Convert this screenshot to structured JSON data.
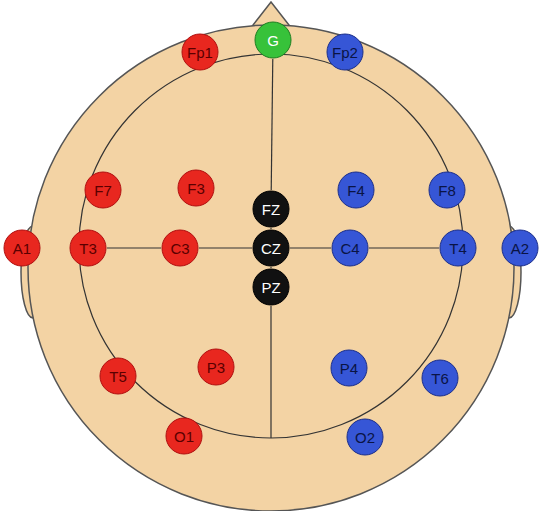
{
  "diagram": {
    "nodes": [
      {
        "text": [
          "G"
        ]
      },
      {
        "text": [
          "Fp1"
        ]
      },
      {
        "text": [
          "Fp2"
        ]
      },
      {
        "text": [
          "F7"
        ]
      },
      {
        "text": [
          "F3"
        ]
      },
      {
        "text": [
          "F4"
        ]
      },
      {
        "text": [
          "F8"
        ]
      },
      {
        "text": [
          "FZ"
        ]
      },
      {
        "text": [
          "A1"
        ]
      },
      {
        "text": [
          "T3"
        ]
      },
      {
        "text": [
          "C3"
        ]
      },
      {
        "text": [
          "CZ"
        ]
      },
      {
        "text": [
          "C4"
        ]
      },
      {
        "text": [
          "T4"
        ]
      },
      {
        "text": [
          "A2"
        ]
      },
      {
        "text": [
          "PZ"
        ]
      },
      {
        "text": [
          "P3"
        ]
      },
      {
        "text": [
          "P4"
        ]
      },
      {
        "text": [
          "T5"
        ]
      },
      {
        "text": [
          "T6"
        ]
      },
      {
        "text": [
          "O1"
        ]
      },
      {
        "text": [
          "O2"
        ]
      }
    ],
    "edges": [
      {
        "from": 9,
        "to": 10,
        "arrow": "none"
      },
      {
        "from": 10,
        "to": 11,
        "arrow": "none"
      },
      {
        "from": 11,
        "to": 12,
        "arrow": "none"
      },
      {
        "from": 12,
        "to": 13,
        "arrow": "none"
      },
      {
        "from": 0,
        "to": 7,
        "arrow": "none"
      },
      {
        "from": 7,
        "to": 11,
        "arrow": "none"
      },
      {
        "from": 11,
        "to": 15,
        "arrow": "none"
      }
    ]
  }
}
